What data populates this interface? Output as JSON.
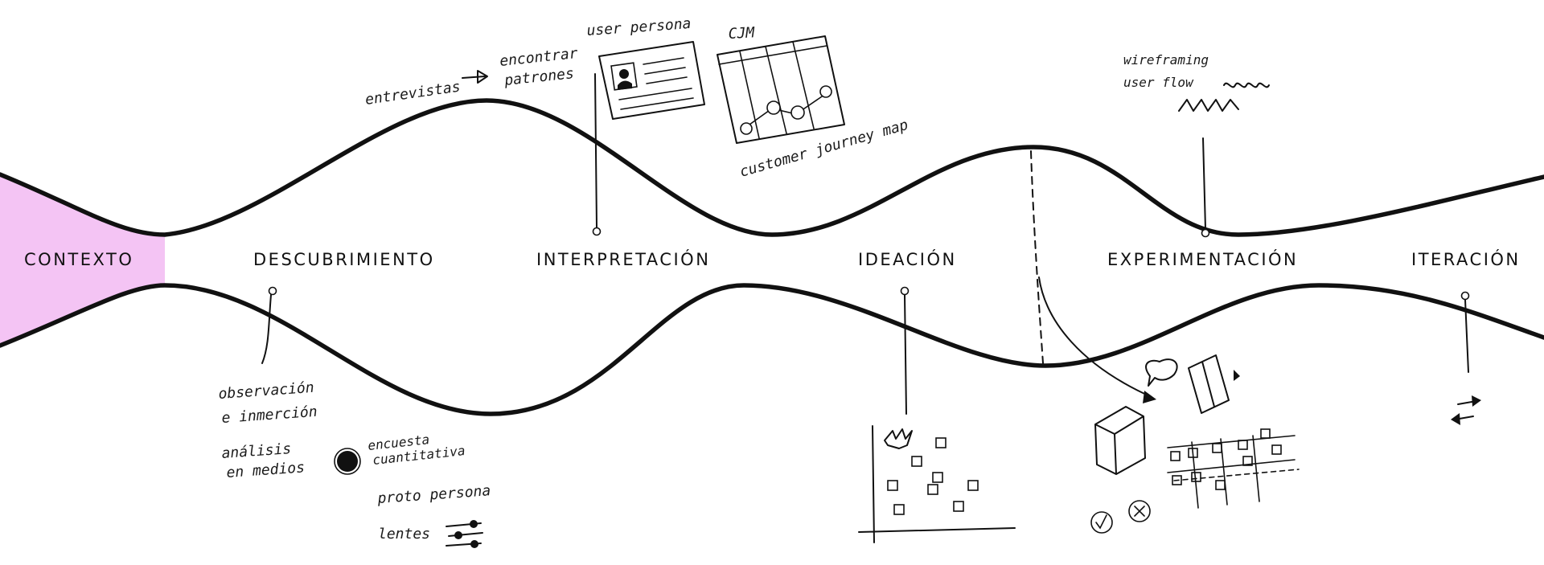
{
  "colors": {
    "context_fill": "#f4c4f4",
    "ink": "#111111",
    "background": "#ffffff"
  },
  "stages": [
    {
      "id": "contexto",
      "label": "CONTEXTO"
    },
    {
      "id": "descubrimiento",
      "label": "DESCUBRIMIENTO"
    },
    {
      "id": "interpretacion",
      "label": "INTERPRETACIÓN"
    },
    {
      "id": "ideacion",
      "label": "IDEACIÓN"
    },
    {
      "id": "experimentacion",
      "label": "EXPERIMENTACIÓN"
    },
    {
      "id": "iteracion",
      "label": "ITERACIÓN"
    }
  ],
  "notes": {
    "entrevistas": "entrevistas",
    "encontrar": "encontrar",
    "patrones": "patrones",
    "user_persona": "user persona",
    "cjm": "CJM",
    "customer_journey_map": "customer journey map",
    "wireframing": "wireframing",
    "user_flow": "user flow",
    "observacion": "observación",
    "inmercion": "e inmerción",
    "analisis": "análisis",
    "en_medios": "en medios",
    "encuesta": "encuesta",
    "cuantitativa": "cuantitativa",
    "proto_persona": "proto persona",
    "lentes": "lentes"
  },
  "icons": [
    "arrow-right-icon",
    "persona-card-icon",
    "journey-map-grid-icon",
    "scribble-icon",
    "sticky-notes-chart-icon",
    "prototype-box-icon",
    "speech-bubble-icon",
    "door-icon",
    "kanban-board-icon",
    "check-circle-icon",
    "x-circle-icon",
    "sliders-icon",
    "swap-arrows-icon"
  ]
}
